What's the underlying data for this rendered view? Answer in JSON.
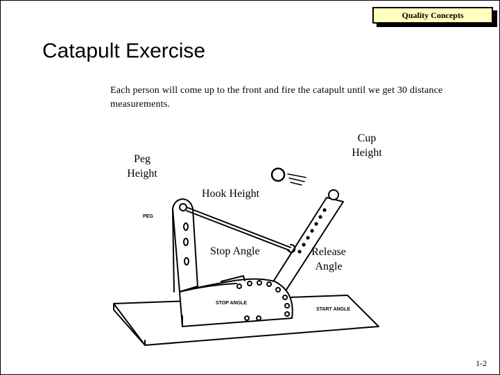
{
  "header": {
    "badge": "Quality Concepts"
  },
  "slide": {
    "title": "Catapult Exercise",
    "intro": "Each person will come up to the front and fire the catapult until we get 30 distance measurements.",
    "page_number": "1-2"
  },
  "callouts": {
    "cup_height": [
      "Cup",
      "Height"
    ],
    "peg_height": [
      "Peg",
      "Height"
    ],
    "hook_height": "Hook Height",
    "stop_angle": "Stop Angle",
    "release_angle": [
      "Release",
      "Angle"
    ]
  },
  "drawing_labels": {
    "peg": "PEG",
    "stop_angle": "STOP ANGLE",
    "start_angle": "START ANGLE"
  }
}
